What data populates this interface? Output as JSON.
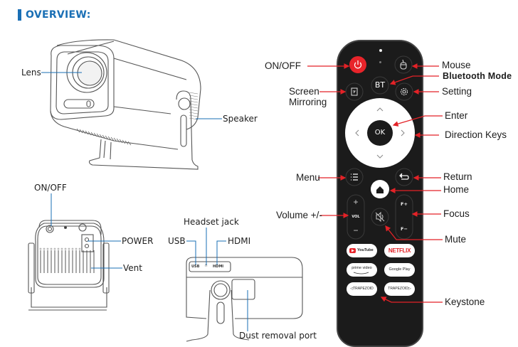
{
  "heading": {
    "title": "OVERVIEW:"
  },
  "colors": {
    "accent_blue": "#1a6fb5",
    "leader_red": "#e32227",
    "remote_body": "#1b1b1b",
    "power_red": "#e8242a"
  },
  "projector_front": {
    "labels": {
      "lens": "Lens",
      "speaker": "Speaker"
    }
  },
  "projector_back": {
    "labels": {
      "on_off": "ON/OFF",
      "power": "POWER",
      "vent": "Vent"
    }
  },
  "projector_side": {
    "labels": {
      "headset_jack": "Headset jack",
      "usb": "USB",
      "hdmi": "HDMI",
      "dust": "Dust removal port"
    },
    "port_text": {
      "usb": "USB",
      "hdmi": "HDMI"
    }
  },
  "remote": {
    "labels": {
      "on_off": "ON/OFF",
      "mouse": "Mouse",
      "bluetooth": "Bluetooth Mode",
      "screen_mirroring_1": "Screen",
      "screen_mirroring_2": "Mirroring",
      "setting": "Setting",
      "enter": "Enter",
      "direction": "Direction Keys",
      "menu": "Menu",
      "return": "Return",
      "home": "Home",
      "volume": "Volume +/-",
      "focus": "Focus",
      "mute": "Mute",
      "keystone": "Keystone"
    },
    "buttons": {
      "bt": "BT",
      "ok": "OK",
      "vol": "VOL",
      "vol_plus": "+",
      "vol_minus": "−",
      "f_plus": "F+",
      "f_minus": "F−",
      "youtube": "YouTube",
      "netflix": "NETFLIX",
      "prime": "prime video",
      "google_play": "Google Play",
      "trapezoid_left": "◁TRAPEZOID",
      "trapezoid_right": "TRAPEZOID▷"
    },
    "icons": [
      "power-icon",
      "mouse-icon",
      "screen-mirror-icon",
      "gear-icon",
      "chevron-up-icon",
      "chevron-down-icon",
      "chevron-left-icon",
      "chevron-right-icon",
      "menu-icon",
      "return-icon",
      "home-icon",
      "mute-icon"
    ]
  }
}
